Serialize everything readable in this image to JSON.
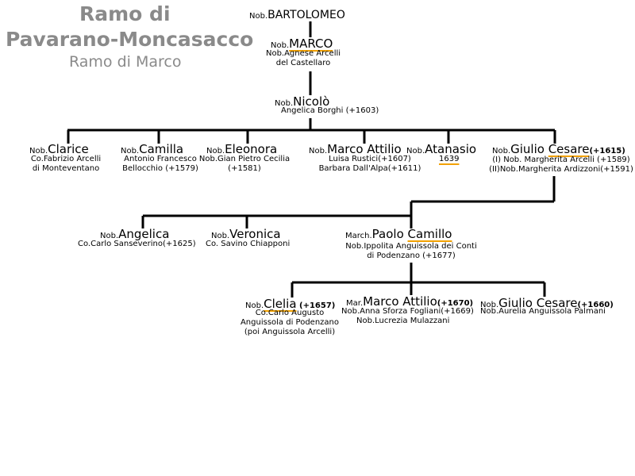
{
  "title": {
    "line1": "Ramo di",
    "line2": "Pavarano-Moncasacco",
    "line3": "Ramo di Marco"
  },
  "nodes": {
    "bartolomeo": {
      "prefix": "Nob.",
      "name": "BARTOLOMEO"
    },
    "marco": {
      "prefix": "Nob.",
      "name_a": "",
      "name_b": "MARCO",
      "spouse": [
        "Nob.Agnese Arcelli",
        "del Castellaro"
      ]
    },
    "nicolo": {
      "prefix": "Nob.",
      "name": "Nicolò",
      "spouse": [
        "Angelica Borghi (+1603)"
      ]
    },
    "clarice": {
      "prefix": "Nob.",
      "name": "Clarice",
      "spouse": [
        "Co.Fabrizio Arcelli",
        "di Monteventano"
      ]
    },
    "camilla": {
      "prefix": "Nob.",
      "name": "Camilla",
      "spouse": [
        "Antonio Francesco",
        "Bellocchio (+1579)"
      ]
    },
    "eleonora": {
      "prefix": "Nob.",
      "name": "Eleonora",
      "spouse": [
        "Nob.Gian Pietro Cecilia",
        "(+1581)"
      ]
    },
    "marco_attilio_1": {
      "prefix": "Nob.",
      "name": "Marco Attilio",
      "spouse": [
        "Luisa Rustici(+1607)",
        "Barbara Dall'Alpa(+1611)"
      ]
    },
    "atanasio": {
      "prefix": "Nob.",
      "name": "Atanasio",
      "death": "1639"
    },
    "giulio_cesare_1": {
      "prefix": "Nob.",
      "name_a": "Giulio ",
      "name_b": "Cesare",
      "death": "(+1615)",
      "spouse": [
        "(I) Nob. Margherita Arcelli (+1589)",
        "(II)Nob.Margherita Ardizzoni(+1591)"
      ]
    },
    "angelica": {
      "prefix": "Nob.",
      "name": "Angelica",
      "spouse": [
        "Co.Carlo Sanseverino(+1625)"
      ]
    },
    "veronica": {
      "prefix": "Nob.",
      "name": "Veronica",
      "spouse": [
        "Co. Savino Chiapponi"
      ]
    },
    "paolo_camillo": {
      "prefix": "March.",
      "name_a": "Paolo ",
      "name_b": "Camillo",
      "spouse": [
        "Nob.Ippolita Anguissola dei Conti",
        "di Podenzano (+1677)"
      ]
    },
    "clelia": {
      "prefix": "Nob.",
      "name": "Clelia",
      "death": " (+1657)",
      "spouse": [
        "Co.Carlo Augusto",
        "Anguissola di Podenzano",
        "(poi Anguissola Arcelli)"
      ]
    },
    "marco_attilio_2": {
      "prefix": "Mar.",
      "name": "Marco Attilio",
      "death": "(+1670)",
      "spouse": [
        "Nob.Anna Sforza Fogliani(+1669)",
        "Nob.Lucrezia Mulazzani"
      ]
    },
    "giulio_cesare_2": {
      "prefix": "Nob.",
      "name": "Giulio Cesare",
      "death": "(+1660)",
      "spouse": [
        "Nob.Aurelia Anguissola Palmani"
      ]
    }
  },
  "colors": {
    "line": "#000000",
    "title": "#8a8a8a",
    "accent_underline": "#f2a100"
  }
}
